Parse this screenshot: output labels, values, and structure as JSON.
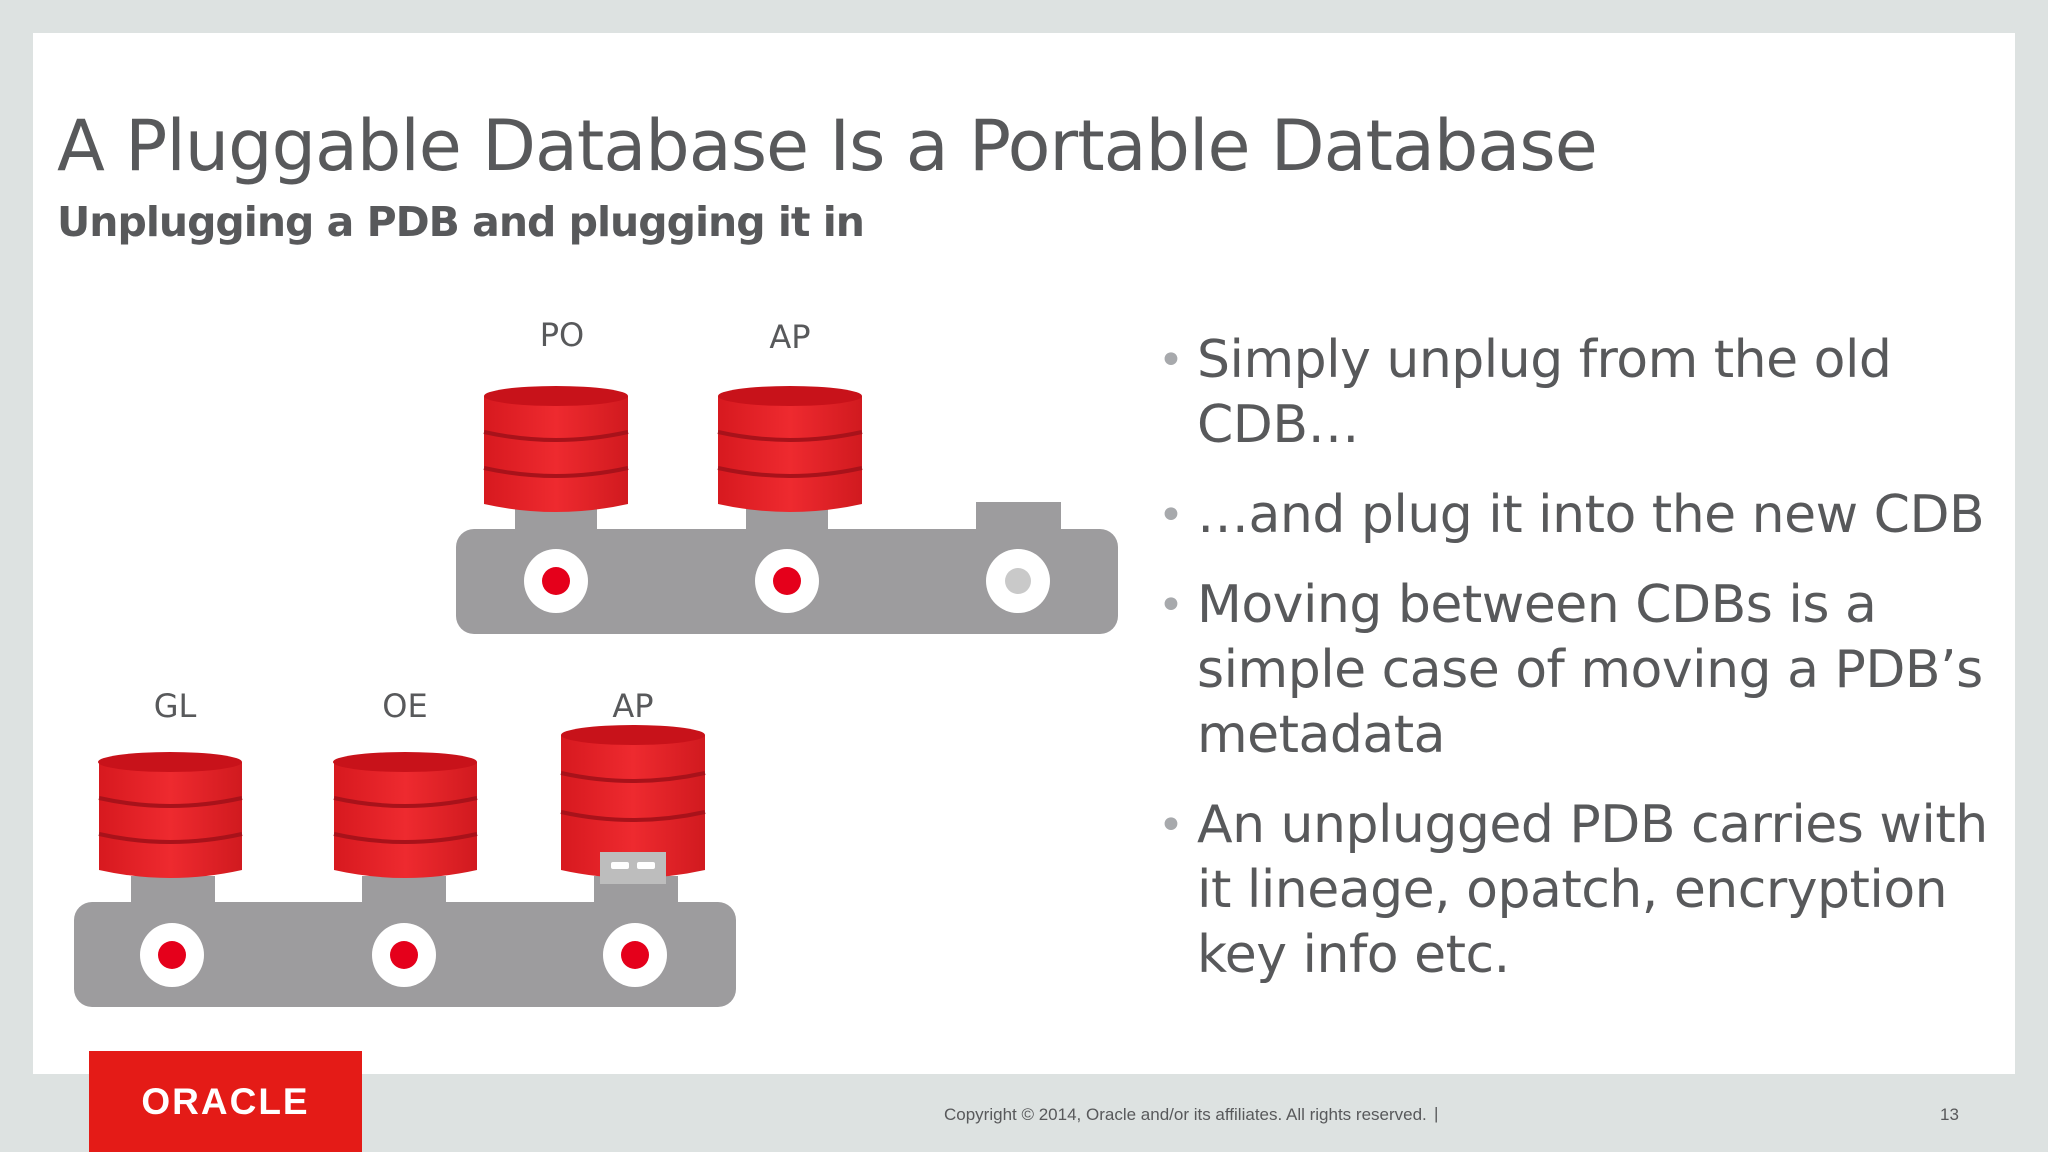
{
  "slide": {
    "title": "A Pluggable Database Is a Portable Database",
    "subtitle": "Unplugging a PDB and plugging it in"
  },
  "diagram": {
    "upper_cdb": {
      "databases": [
        "PO",
        "AP"
      ],
      "empty_slot": true
    },
    "lower_cdb": {
      "databases": [
        "GL",
        "OE",
        "AP"
      ],
      "plugging_database": "AP"
    },
    "colors": {
      "database_red": "#e42126",
      "cdb_gray": "#9d9c9e",
      "slot_red": "#e5001b",
      "empty_slot_gray": "#c9c9c9"
    }
  },
  "bullets": [
    "Simply unplug from the old CDB…",
    "…and plug it into the new CDB",
    "Moving between CDBs is a simple case of moving a PDB’s metadata",
    "An unplugged PDB carries with it lineage, opatch, encryption key info etc."
  ],
  "footer": {
    "logo_text": "ORACLE",
    "copyright": "Copyright © 2014, Oracle and/or its affiliates. All rights reserved.",
    "separator": "|",
    "page_number": "13"
  }
}
